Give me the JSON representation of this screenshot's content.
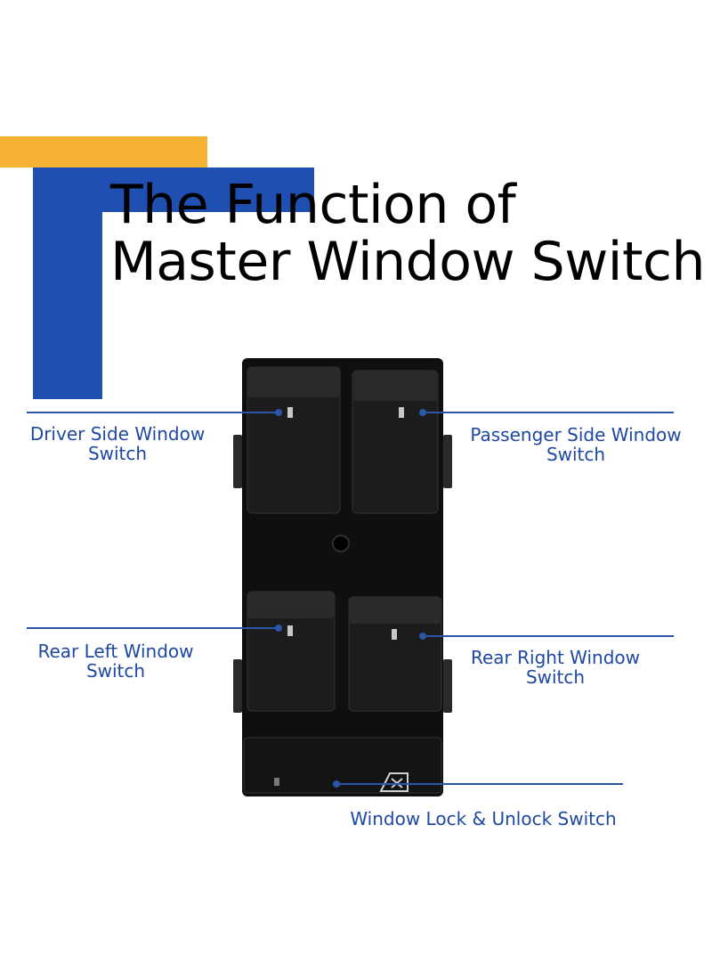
{
  "title": {
    "line1": "The Function of",
    "line2": "Master Window Switch"
  },
  "callouts": {
    "driver": {
      "line1": "Driver Side Window",
      "line2": "Switch"
    },
    "passenger": {
      "line1": "Passenger Side Window",
      "line2": "Switch"
    },
    "rear_left": {
      "line1": "Rear Left Window",
      "line2": "Switch"
    },
    "rear_right": {
      "line1": "Rear Right Window",
      "line2": "Switch"
    },
    "lock": {
      "line1": "Window Lock & Unlock Switch"
    }
  },
  "colors": {
    "accent_yellow": "#f5b233",
    "accent_blue": "#1f4fb0",
    "label_blue": "#1f48a3",
    "switch_body": "#111111"
  }
}
